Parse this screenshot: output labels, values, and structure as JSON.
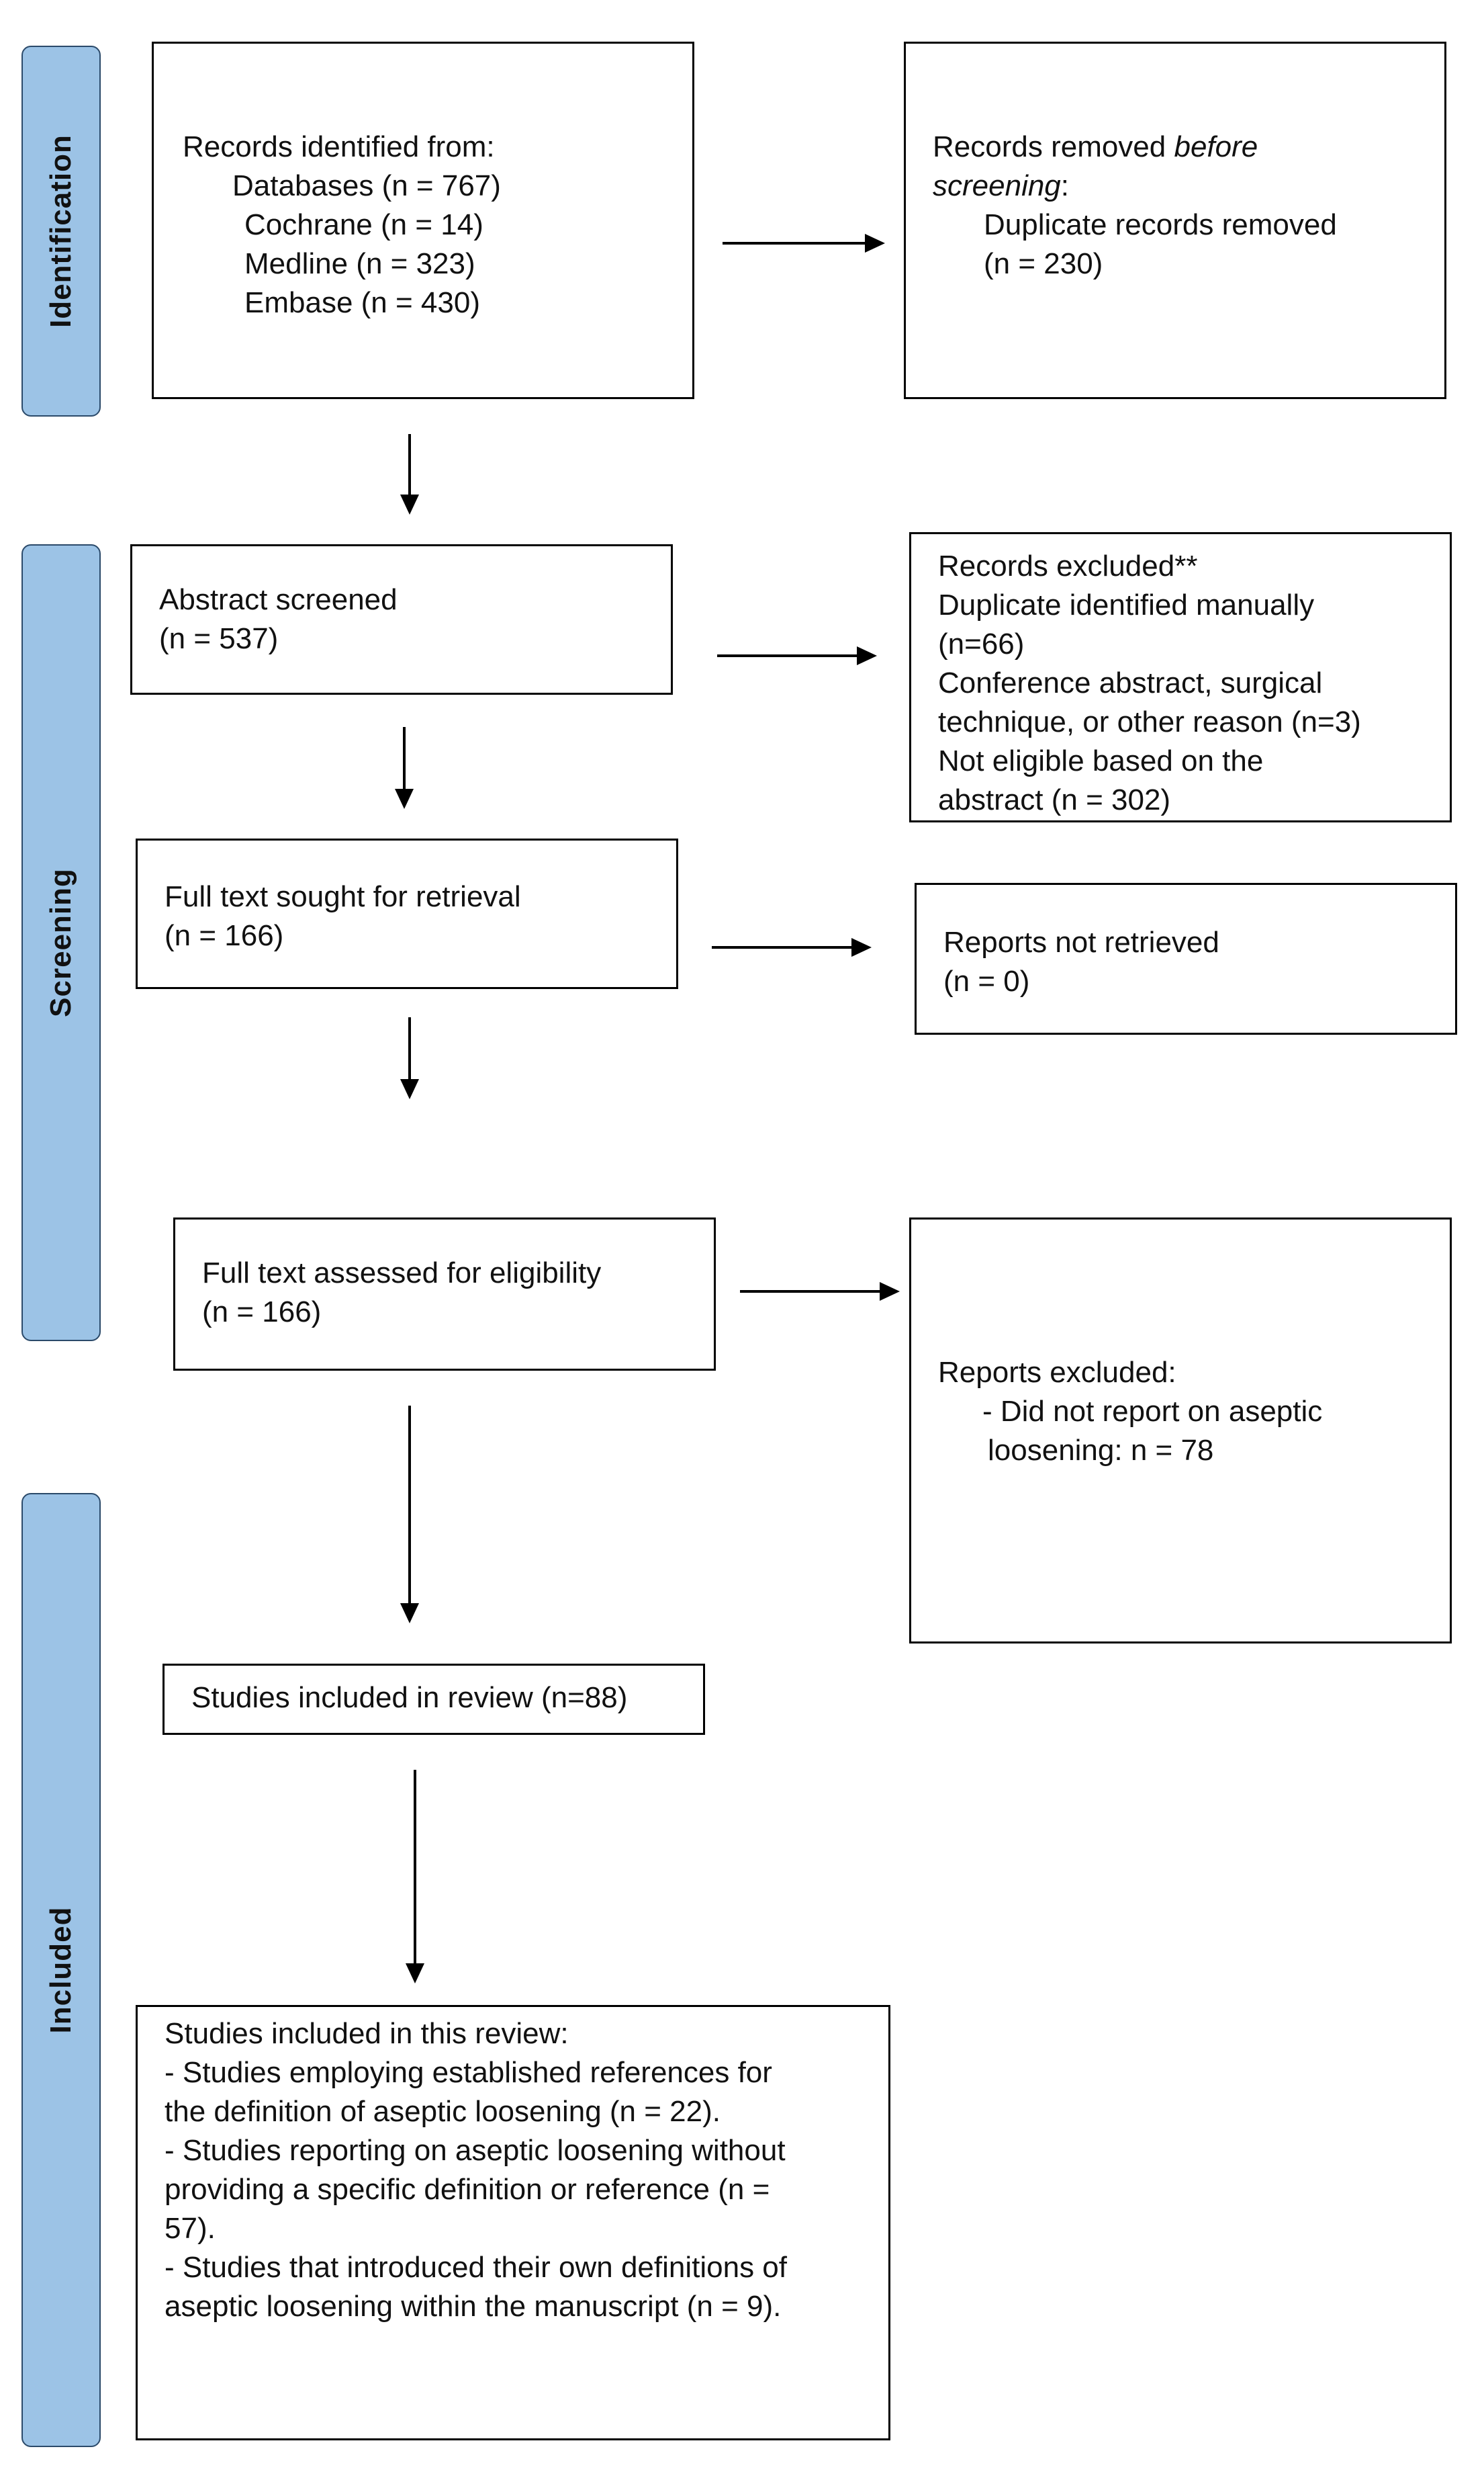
{
  "phases": {
    "identification": "Identification",
    "screening": "Screening",
    "included": "Included"
  },
  "identification_box": {
    "heading": "Records identified from:",
    "databases": "Databases (n = 767)",
    "cochrane": "Cochrane (n = 14)",
    "medline": "Medline (n = 323)",
    "embase": "Embase (n = 430)"
  },
  "removed_box": {
    "line1_prefix": "Records removed ",
    "line1_italic": "before",
    "line2_italic": "screening",
    "line2_suffix": ":",
    "line3": "Duplicate records removed",
    "line4": "(n = 230)"
  },
  "abstract_box": {
    "line1": "Abstract screened",
    "line2": "(n = 537)"
  },
  "excluded_box": {
    "line1": "Records excluded**",
    "line2": "Duplicate identified manually",
    "line3": "(n=66)",
    "line4": "Conference abstract, surgical",
    "line5": "technique, or other reason (n=3)",
    "line6": "Not eligible based on the",
    "line7": "abstract (n = 302)"
  },
  "fulltext_box": {
    "line1": "Full text sought for retrieval",
    "line2": "(n = 166)"
  },
  "not_retrieved_box": {
    "line1": "Reports not retrieved",
    "line2": "(n = 0)"
  },
  "eligibility_box": {
    "line1": "Full text assessed for eligibility",
    "line2": "(n = 166)"
  },
  "reports_excluded_box": {
    "line1": "Reports excluded:",
    "line2": "- Did not report on aseptic",
    "line3": "loosening: n = 78"
  },
  "included_review_box": {
    "line1": "Studies included in review (n=88)"
  },
  "final_box": {
    "line1": "Studies included in this review:",
    "line2": "- Studies employing established references for",
    "line3": "the definition of aseptic loosening (n = 22).",
    "line4": "- Studies reporting on aseptic loosening without",
    "line5": "providing a specific definition or reference (n =",
    "line6": "57).",
    "line7": "- Studies that introduced their own definitions of",
    "line8": "aseptic loosening within the manuscript (n = 9)."
  },
  "colors": {
    "phase_fill": "#9cc3e6",
    "phase_border": "#2b4a6a",
    "box_border": "#000000"
  }
}
